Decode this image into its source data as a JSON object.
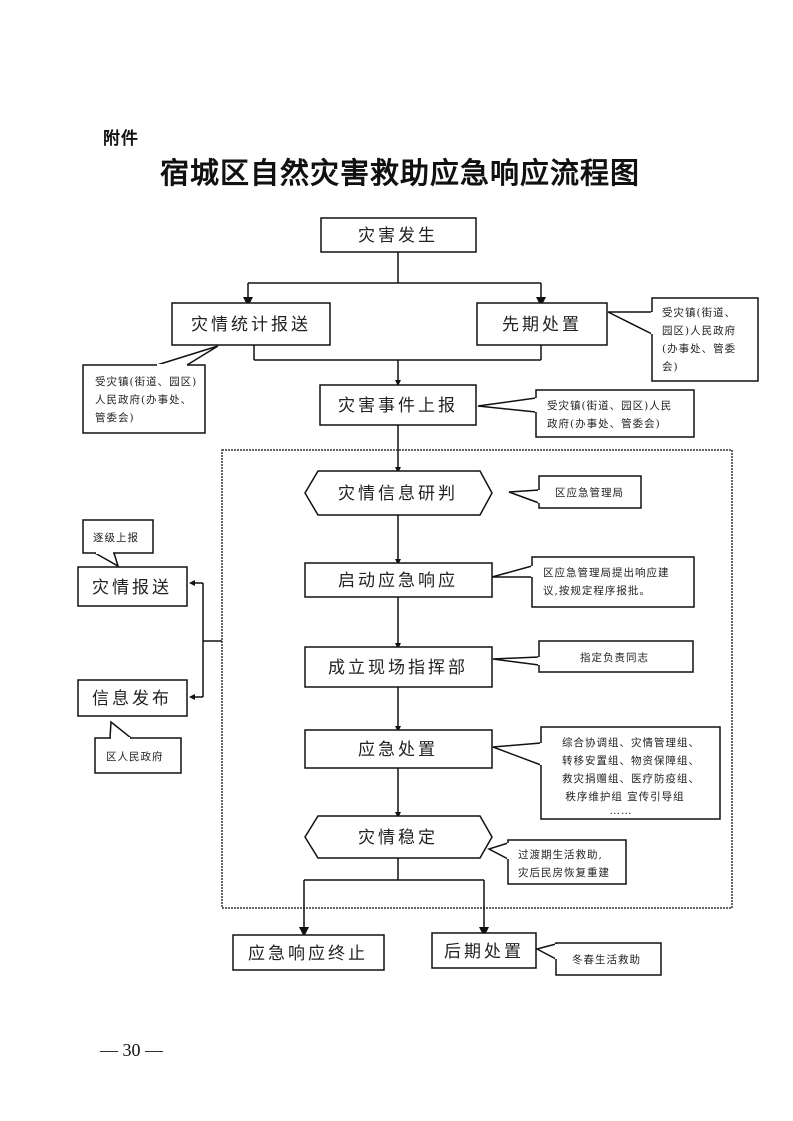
{
  "header": {
    "attachment_label": "附件",
    "title": "宿城区自然灾害救助应急响应流程图"
  },
  "nodes": {
    "disaster_occurs": "灾害发生",
    "disaster_stats_report": "灾情统计报送",
    "initial_disposal": "先期处置",
    "disaster_event_report": "灾害事件上报",
    "info_assessment": "灾情信息研判",
    "start_emergency_response": "启动应急响应",
    "establish_command": "成立现场指挥部",
    "emergency_disposal": "应急处置",
    "disaster_stable": "灾情稳定",
    "disaster_report": "灾情报送",
    "info_release": "信息发布",
    "response_termination": "应急响应终止",
    "later_disposal": "后期处置"
  },
  "notes": {
    "stats_report_note": [
      "受灾镇(街道、园区)",
      "人民政府(办事处、",
      "管委会)"
    ],
    "initial_disposal_note": [
      "受灾镇(街道、",
      "园区)人民政府",
      "(办事处、管委",
      "会)"
    ],
    "event_report_note": [
      "受灾镇(街道、园区)人民",
      "政府(办事处、管委会)"
    ],
    "assessment_note": [
      "区应急管理局"
    ],
    "response_note": [
      "区应急管理局提出响应建",
      "议,按规定程序报批。"
    ],
    "command_note": [
      "指定负责同志"
    ],
    "disposal_note": [
      "综合协调组、灾情管理组、",
      "转移安置组、物资保障组、",
      "救灾捐赠组、医疗防疫组、",
      "秩序维护组  宣传引导组",
      "……"
    ],
    "stable_note": [
      "过渡期生活救助,",
      "灾后民房恢复重建"
    ],
    "report_up_note": [
      "逐级上报"
    ],
    "release_note": [
      "区人民政府"
    ],
    "later_note": [
      "冬春生活救助"
    ]
  },
  "footer": {
    "page_number": "— 30 —"
  }
}
